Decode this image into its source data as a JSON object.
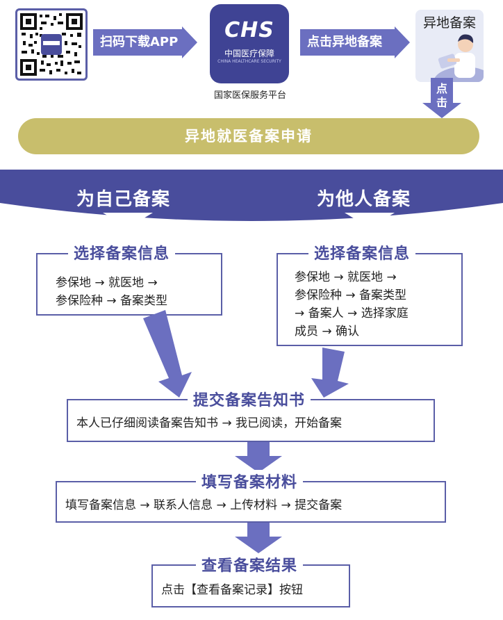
{
  "top_flow": {
    "step1_label": "扫码下载APP",
    "app_logo": "CHS",
    "app_name_cn": "中国医疗保障",
    "app_name_en": "CHINA HEALTHCARE SECURITY",
    "app_caption": "国家医保服务平台",
    "step2_label": "点击异地备案",
    "remote_card_title": "异地备案",
    "click_label": "点击"
  },
  "main_title": "异地就医备案申请",
  "branches": {
    "self": "为自己备案",
    "others": "为他人备案"
  },
  "select_info_left": {
    "title": "选择备案信息",
    "lines": [
      "参保地 → 就医地 →",
      "参保险种 → 备案类型"
    ]
  },
  "select_info_right": {
    "title": "选择备案信息",
    "lines": [
      "参保地 → 就医地 →",
      "参保险种 → 备案类型",
      "→ 备案人 → 选择家庭",
      "成员 → 确认"
    ]
  },
  "submit_notice": {
    "title": "提交备案告知书",
    "line": "本人已仔细阅读备案告知书 → 我已阅读，开始备案"
  },
  "fill_materials": {
    "title": "填写备案材料",
    "line": "填写备案信息 → 联系人信息 → 上传材料 → 提交备案"
  },
  "view_result": {
    "title": "查看备案结果",
    "line": "点击【查看备案记录】按钮"
  },
  "colors": {
    "primary": "#494d9c",
    "arrow": "#6b6fc0",
    "gold": "#c8be6c",
    "card_bg": "#e8ebf6"
  }
}
